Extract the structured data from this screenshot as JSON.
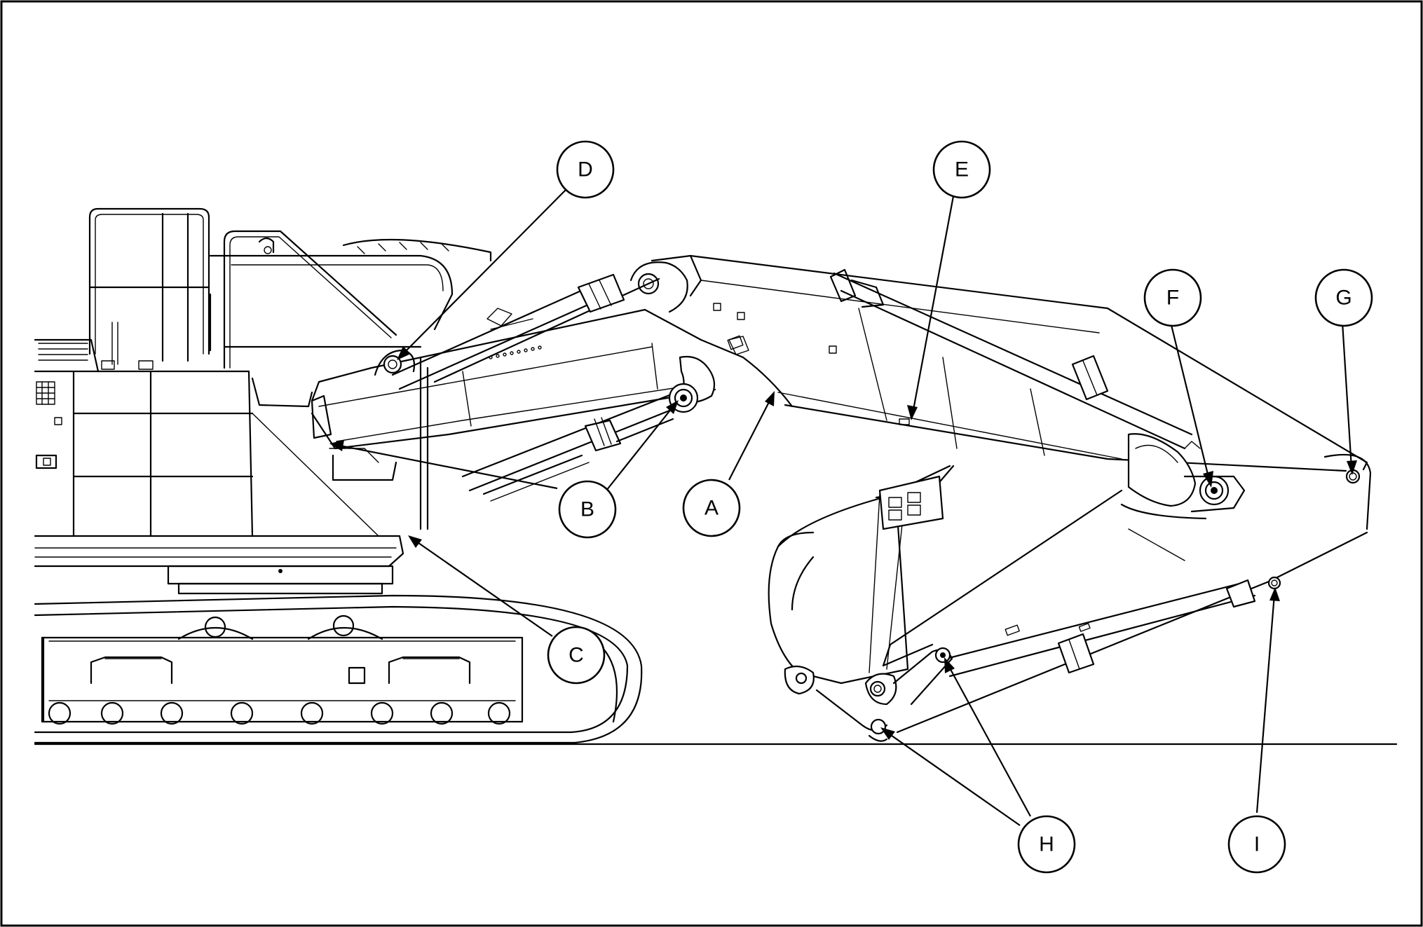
{
  "callouts": [
    {
      "id": "D",
      "label": "D",
      "target": "boom-cylinder-rod-pin-upper"
    },
    {
      "id": "E",
      "label": "E",
      "target": "boom-plate"
    },
    {
      "id": "F",
      "label": "F",
      "target": "arm-cylinder-rod-pin"
    },
    {
      "id": "G",
      "label": "G",
      "target": "arm-tip-pin"
    },
    {
      "id": "B",
      "label": "B",
      "target": "boom-cylinder-pins"
    },
    {
      "id": "A",
      "label": "A",
      "target": "boom-foot-pin"
    },
    {
      "id": "C",
      "label": "C",
      "target": "upper-structure-edge"
    },
    {
      "id": "H",
      "label": "H",
      "target": "bucket-linkage-pins"
    },
    {
      "id": "I",
      "label": "I",
      "target": "bucket-cylinder-pin"
    }
  ]
}
